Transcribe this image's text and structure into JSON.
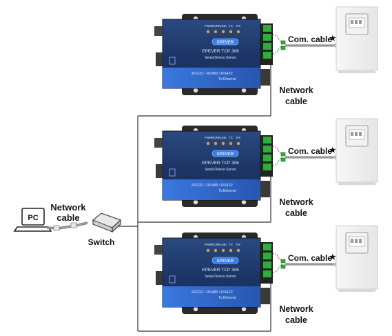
{
  "diagram": {
    "pc": {
      "label": "PC"
    },
    "pc_cable": {
      "line1": "Network",
      "line2": "cable"
    },
    "switch": {
      "label": "Switch"
    },
    "devices": [
      {
        "brand": "EPEVER",
        "model": "EPEVER TCP  306",
        "subtitle": "Serial Device Server",
        "iface": "RS232 / RS485 / RS422",
        "iface2": "To Ethernet",
        "leds": [
          "PWR",
          "WORK",
          "LINK",
          "TX",
          "RX"
        ],
        "com_cable": "Com. cable",
        "star": "★",
        "net_cable_1": "Network",
        "net_cable_2": "cable"
      },
      {
        "brand": "EPEVER",
        "model": "EPEVER TCP  306",
        "subtitle": "Serial Device Server",
        "iface": "RS232 / RS485 / RS422",
        "iface2": "To Ethernet",
        "leds": [
          "PWR",
          "WORK",
          "LINK",
          "TX",
          "RX"
        ],
        "com_cable": "Com. cable",
        "star": "★",
        "net_cable_1": "Network",
        "net_cable_2": "cable"
      },
      {
        "brand": "EPEVER",
        "model": "EPEVER TCP  306",
        "subtitle": "Serial Device Server",
        "iface": "RS232 / RS485 / RS422",
        "iface2": "To Ethernet",
        "leds": [
          "PWR",
          "WORK",
          "LINK",
          "TX",
          "RX"
        ],
        "com_cable": "Com. cable",
        "star": "★",
        "net_cable_1": "Network",
        "net_cable_2": "cable"
      }
    ],
    "icons": [
      "laptop-icon",
      "switch-icon",
      "serial-device-server-icon",
      "inverter-icon",
      "rj45-plug-icon"
    ],
    "colors": {
      "device_body": "#1f3b6e",
      "device_band": "#2f64c8",
      "cable": "#888888",
      "terminal": "#2fae3a",
      "wire": "#333333"
    }
  }
}
